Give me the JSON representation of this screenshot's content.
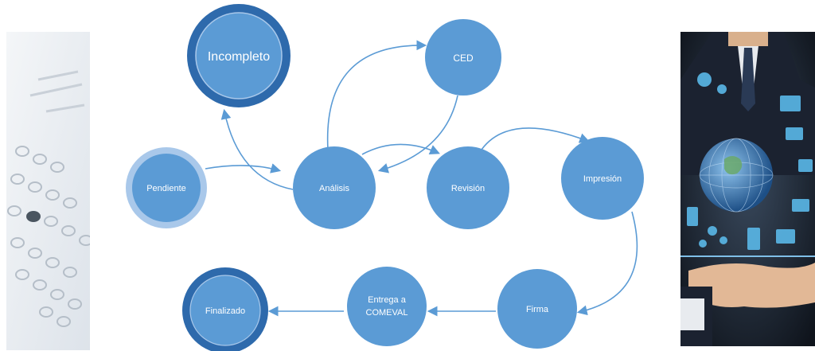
{
  "diagram": {
    "nodes": [
      {
        "id": "incompleto",
        "label": "Incompleto",
        "style": "dark-ring"
      },
      {
        "id": "ced",
        "label": "CED",
        "style": "plain"
      },
      {
        "id": "pendiente",
        "label": "Pendiente",
        "style": "light-ring"
      },
      {
        "id": "analisis",
        "label": "Análisis",
        "style": "plain"
      },
      {
        "id": "revision",
        "label": "Revisión",
        "style": "plain"
      },
      {
        "id": "impresion",
        "label": "Impresión",
        "style": "plain"
      },
      {
        "id": "finalizado",
        "label": "Finalizado",
        "style": "dark-ring"
      },
      {
        "id": "entrega",
        "label": "Entrega a\nCOMEVAL",
        "style": "plain"
      },
      {
        "id": "firma",
        "label": "Firma",
        "style": "plain"
      }
    ],
    "edges": [
      {
        "from": "pendiente",
        "to": "analisis"
      },
      {
        "from": "analisis",
        "to": "incompleto"
      },
      {
        "from": "analisis",
        "to": "ced"
      },
      {
        "from": "ced",
        "to": "analisis"
      },
      {
        "from": "analisis",
        "to": "revision"
      },
      {
        "from": "revision",
        "to": "impresion"
      },
      {
        "from": "impresion",
        "to": "firma"
      },
      {
        "from": "firma",
        "to": "entrega"
      },
      {
        "from": "entrega",
        "to": "finalizado"
      }
    ]
  },
  "colors": {
    "node_fill": "#5b9bd5",
    "ring_dark": "#2e6aac",
    "ring_light": "#a9c8ea",
    "arrow": "#5b9bd5",
    "text": "#ffffff"
  },
  "images": {
    "left": "answer-sheet-photo",
    "right": "business-hand-technology-photo"
  }
}
